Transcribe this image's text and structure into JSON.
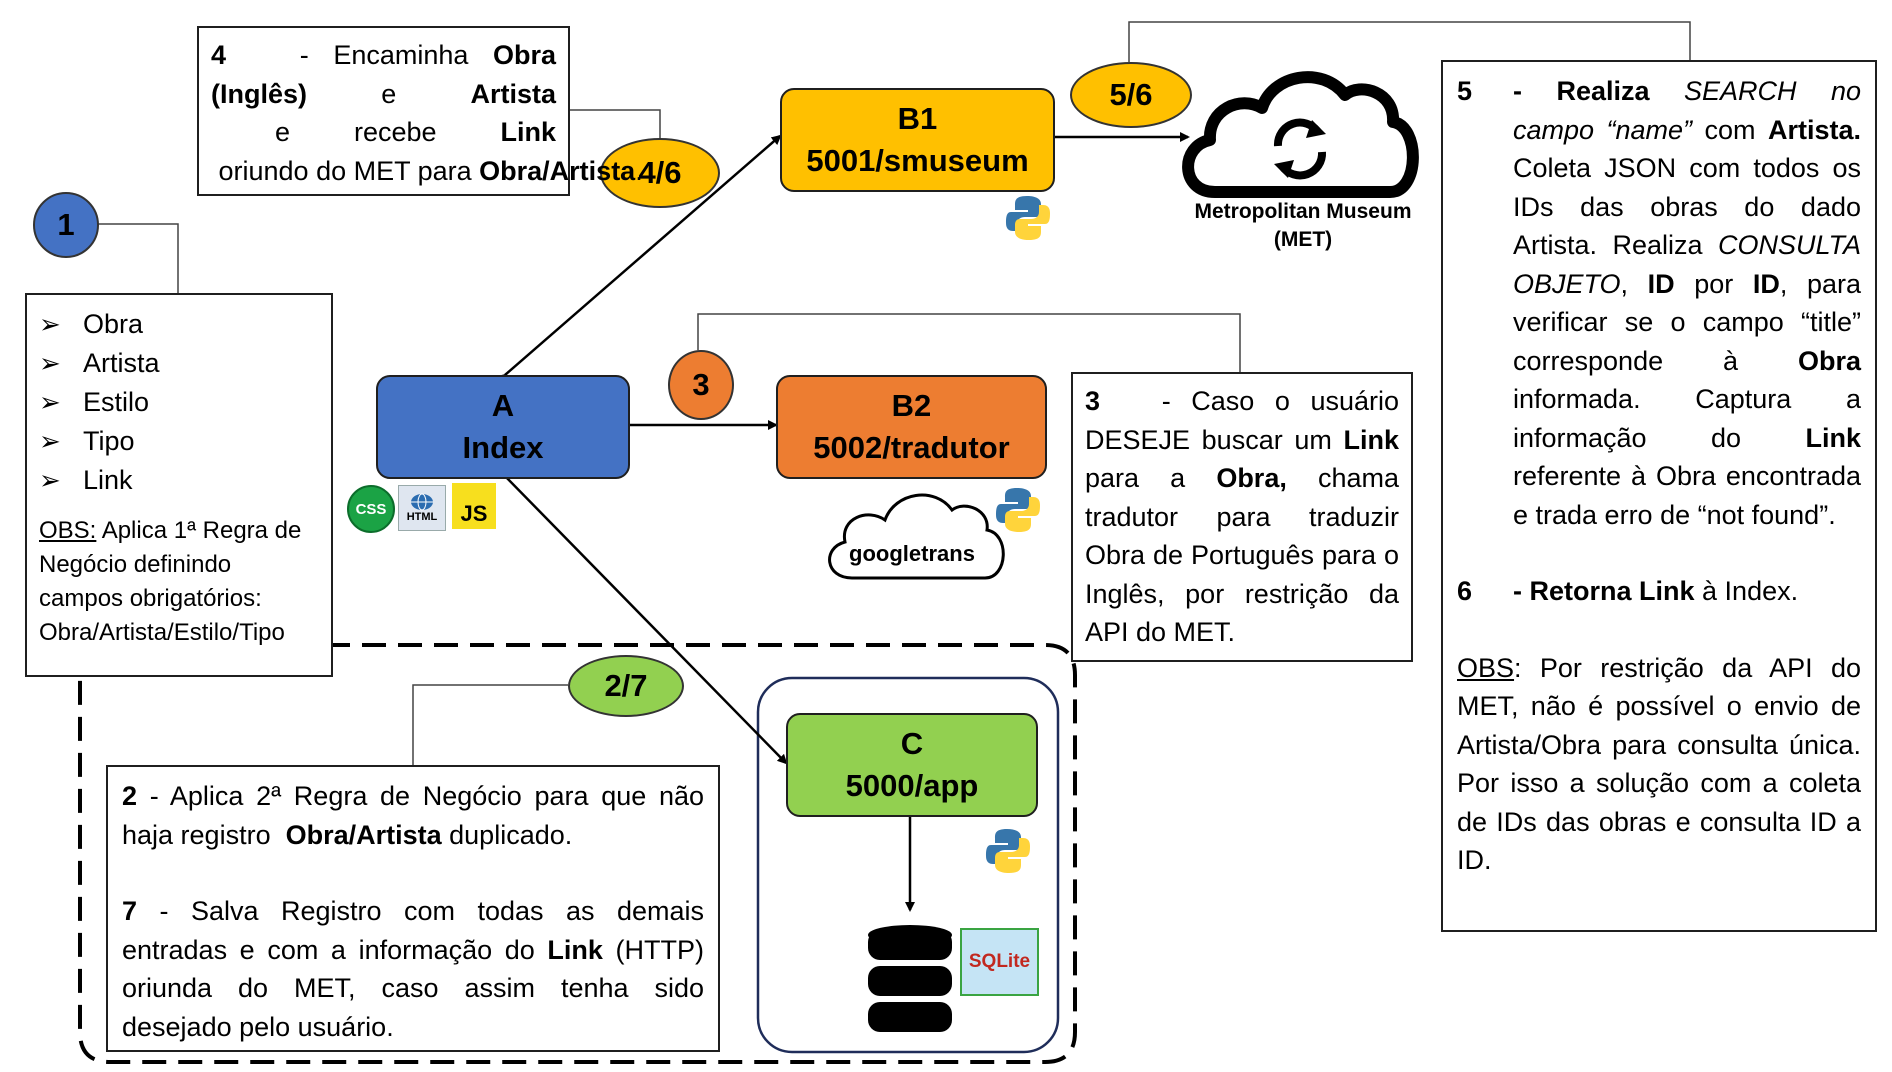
{
  "nodes": {
    "a": {
      "line1": "A",
      "line2": "Index"
    },
    "b1": {
      "line1": "B1",
      "line2": "5001/smuseum"
    },
    "b2": {
      "line1": "B2",
      "line2": "5002/tradutor"
    },
    "c": {
      "line1": "C",
      "line2": "5000/app"
    }
  },
  "badges": {
    "b1": "1",
    "b2": "2/7",
    "b3": "3",
    "b4": "4/6",
    "b5": "5/6"
  },
  "external": {
    "met_line1": "Metropolitan Museum",
    "met_line2": "(MET)",
    "googletrans": "googletrans",
    "css_icon": "CSS",
    "html_icon": "HTML",
    "js_icon": "JS",
    "sqlite_icon": "SQLite"
  },
  "box1": {
    "items": [
      "Obra",
      "Artista",
      "Estilo",
      "Tipo",
      "Link"
    ],
    "obs_label": "OBS:",
    "obs_text": " Aplica 1ª Regra de Negócio  definindo campos obrigatórios: Obra/Artista/Estilo/Tipo"
  },
  "box4": {
    "num": "4",
    "t1": "   - Encaminha ",
    "b1": "Obra (Inglês)",
    "t2": " e ",
    "b2": "Artista",
    "t3": " e recebe ",
    "b3": "Link",
    "t4": " oriundo do MET para ",
    "b4": "Obra/Artista",
    "t5": "."
  },
  "box3": {
    "num": "3",
    "t1": "   - Caso o usuário DESEJE buscar um ",
    "b1": "Link",
    "t2": " para a ",
    "b2": "Obra,",
    "t3": " chama tradutor para traduzir Obra de Português para o Inglês, por restrição da API do MET."
  },
  "box5": {
    "num5": "5",
    "p5_t1": "- Realiza ",
    "p5_i1": "SEARCH no campo “name”",
    "p5_t2": " com ",
    "p5_b1": "Artista.",
    "p5_t3": " Coleta JSON com todos os IDs das obras do dado Artista. Realiza ",
    "p5_i2": "CONSULTA OBJETO",
    "p5_t4": ", ",
    "p5_b2": "ID",
    "p5_t5": " por ",
    "p5_b3": "ID",
    "p5_t6": ", para verificar se o campo “title” corresponde à ",
    "p5_b4": "Obra",
    "p5_t7": " informada. Captura a informação do ",
    "p5_b5": "Link",
    "p5_t8": " referente à Obra encontrada e trada erro de “not found”.",
    "num6": "6",
    "p6_t1": "- Retorna ",
    "p6_b1": "Link",
    "p6_t2": " à Index.",
    "obs_label": "OBS",
    "obs_text": ": Por restrição da API do MET, não é possível o envio de Artista/Obra para consulta única. Por isso a solução com a coleta de IDs das obras e consulta ID a ID."
  },
  "box2": {
    "num2": "2",
    "p2_t1": " - Aplica 2ª Regra de Negócio para que não haja registro  ",
    "p2_b1": "Obra/Artista",
    "p2_t2": " duplicado.",
    "num7": "7",
    "p7_t1": " - Salva Registro com todas as demais entradas e com a informação do ",
    "p7_b1": "Link",
    "p7_t2": " (HTTP) oriunda do MET, caso assim tenha sido desejado pelo usuário."
  }
}
